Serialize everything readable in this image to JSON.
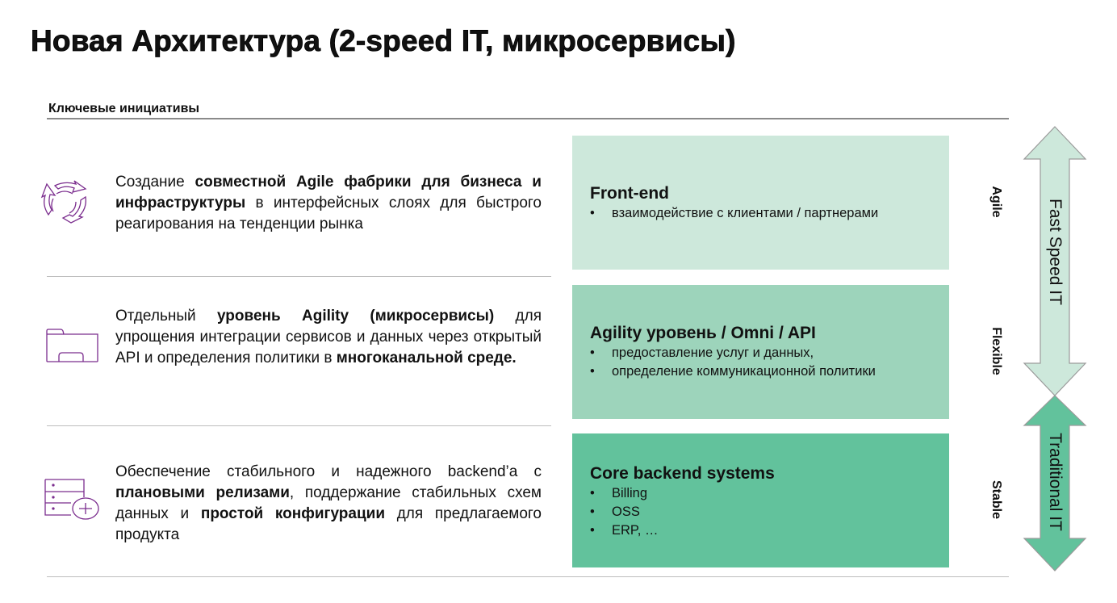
{
  "title": "Новая Архитектура (2-speed IT, микросервисы)",
  "subtitle": "Ключевые инициативы",
  "colors": {
    "icon": "#7b2d8e",
    "box1": "#cde8db",
    "box2": "#9dd4bb",
    "box3": "#62c29c"
  },
  "initiatives": [
    {
      "icon": "cycle-arrows-icon",
      "segments": [
        {
          "t": "Создание ",
          "b": false
        },
        {
          "t": "совместной Agile фабрики для бизнеса и инфраструктуры",
          "b": true
        },
        {
          "t": " в интерфейсных слоях для быстрого реагирования на тенденции рынка",
          "b": false
        }
      ]
    },
    {
      "icon": "folder-icon",
      "segments": [
        {
          "t": "Отдельный ",
          "b": false
        },
        {
          "t": "уровень Agility (микросервисы)",
          "b": true
        },
        {
          "t": " для упрощения интеграции сервисов и данных через открытый API и определения политики в ",
          "b": false
        },
        {
          "t": "многоканальной среде.",
          "b": true
        }
      ]
    },
    {
      "icon": "server-add-icon",
      "segments": [
        {
          "t": "Обеспечение стабильного и надежного backend’а с ",
          "b": false
        },
        {
          "t": "плановыми релизами",
          "b": true
        },
        {
          "t": ", поддержание стабильных схем данных и ",
          "b": false
        },
        {
          "t": "простой конфигурации",
          "b": true
        },
        {
          "t": " для предлагаемого продукта",
          "b": false
        }
      ]
    }
  ],
  "layers": [
    {
      "title": "Front-end",
      "bullets": [
        "взаимодействие с клиентами / партнерами"
      ],
      "side_label": "Agile"
    },
    {
      "title": "Agility уровень / Omni / API",
      "bullets": [
        "предоставление услуг и данных,",
        "определение коммуникационной политики"
      ],
      "side_label": "Flexible"
    },
    {
      "title": "Core backend systems",
      "bullets": [
        "Billing",
        "OSS",
        "ERP, …"
      ],
      "side_label": "Stable"
    }
  ],
  "arrows": {
    "fast": "Fast Speed IT",
    "traditional": "Traditional IT"
  }
}
